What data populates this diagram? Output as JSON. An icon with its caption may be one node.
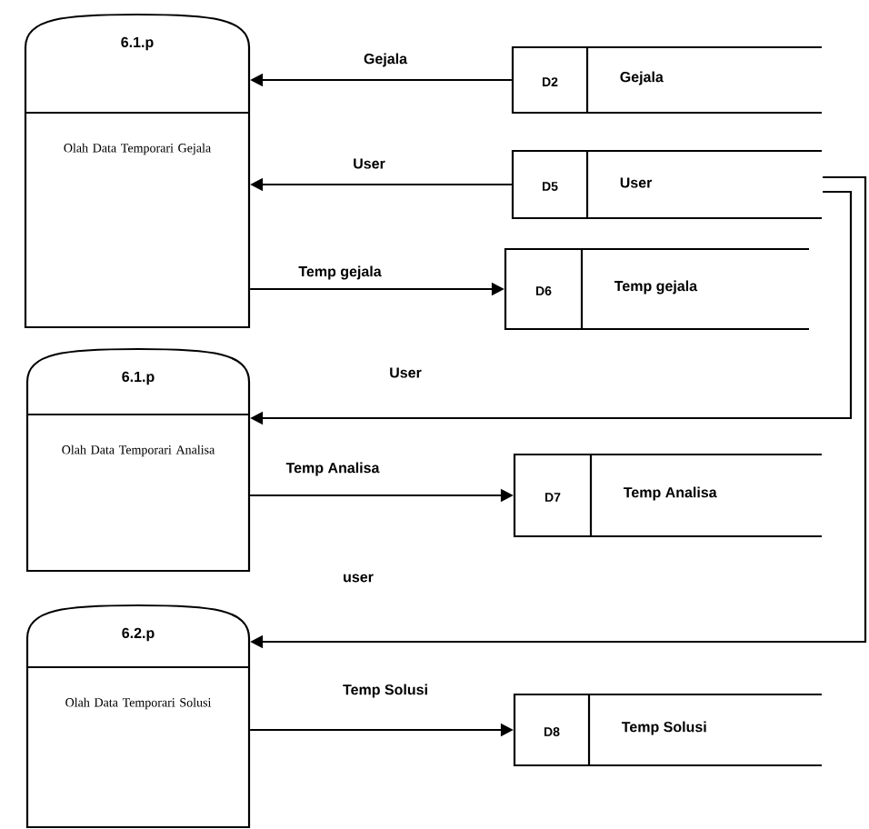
{
  "diagram": {
    "nodes": [
      {
        "text": [
          "6.1.p",
          "Olah Data Temporari Gejala"
        ]
      },
      {
        "text": [
          "D2",
          "Gejala"
        ]
      },
      {
        "text": [
          "D5",
          "User"
        ]
      },
      {
        "text": [
          "D6",
          "Temp gejala"
        ]
      },
      {
        "text": [
          "6.1.p",
          "Olah Data Temporari Analisa"
        ]
      },
      {
        "text": [
          "D7",
          "Temp Analisa"
        ]
      },
      {
        "text": [
          "6.2.p",
          "Olah Data Temporari Solusi"
        ]
      },
      {
        "text": [
          "D8",
          "Temp Solusi"
        ]
      }
    ],
    "edges": [
      {
        "from": 1,
        "to": 0,
        "arrow": "to",
        "label": "Gejala"
      },
      {
        "from": 2,
        "to": 0,
        "arrow": "to",
        "label": "User"
      },
      {
        "from": 0,
        "to": 3,
        "arrow": "to",
        "label": "Temp gejala"
      },
      {
        "from": 2,
        "to": 4,
        "arrow": "to",
        "label": "User"
      },
      {
        "from": 4,
        "to": 5,
        "arrow": "to",
        "label": "Temp Analisa"
      },
      {
        "from": 2,
        "to": 6,
        "arrow": "to",
        "label": "user"
      },
      {
        "from": 6,
        "to": 7,
        "arrow": "to",
        "label": "Temp Solusi"
      }
    ]
  }
}
